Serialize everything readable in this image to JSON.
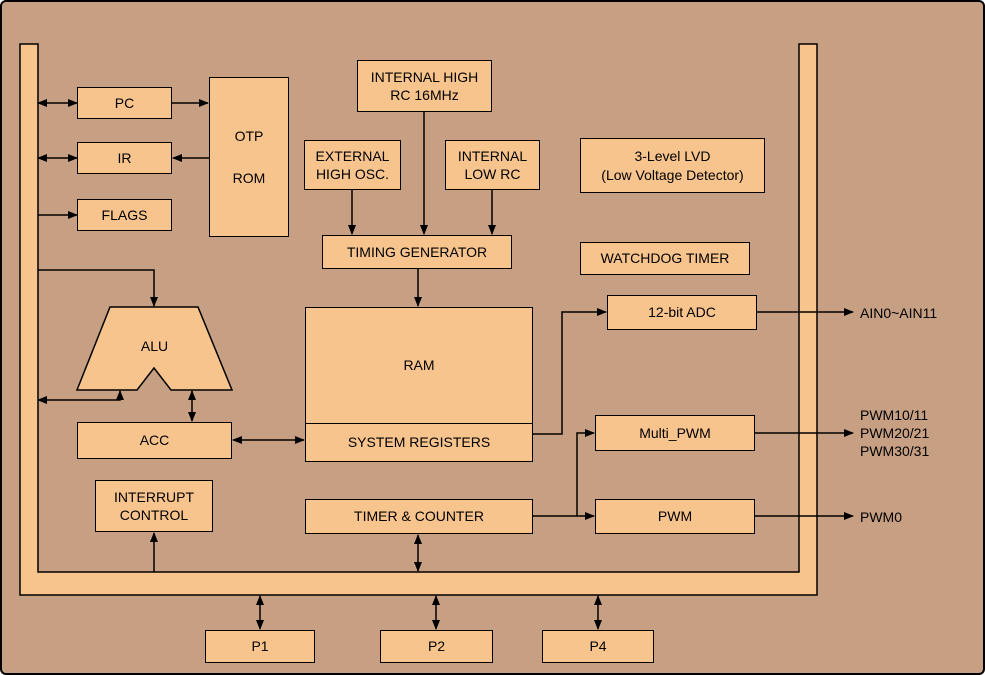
{
  "diagram": {
    "type": "mcu-block-diagram",
    "colors": {
      "background": "#C7A083",
      "block_fill": "#F8C48E",
      "line": "#000000"
    },
    "blocks": {
      "pc": {
        "label": "PC"
      },
      "ir": {
        "label": "IR"
      },
      "flags": {
        "label": "FLAGS"
      },
      "otp_rom": {
        "line1": "OTP",
        "line2": "ROM"
      },
      "internal_high_rc": {
        "line1": "INTERNAL HIGH",
        "line2": "RC 16MHz"
      },
      "external_high_osc": {
        "line1": "EXTERNAL",
        "line2": "HIGH OSC."
      },
      "internal_low_rc": {
        "line1": "INTERNAL",
        "line2": "LOW RC"
      },
      "lvd": {
        "line1": "3-Level LVD",
        "line2": "(Low Voltage Detector)"
      },
      "timing_generator": {
        "label": "TIMING GENERATOR"
      },
      "watchdog_timer": {
        "label": "WATCHDOG TIMER"
      },
      "adc": {
        "label": "12-bit ADC"
      },
      "ram": {
        "label": "RAM"
      },
      "system_registers": {
        "label": "SYSTEM REGISTERS"
      },
      "alu": {
        "label": "ALU"
      },
      "acc": {
        "label": "ACC"
      },
      "multi_pwm": {
        "label": "Multi_PWM"
      },
      "interrupt_control": {
        "line1": "INTERRUPT",
        "line2": "CONTROL"
      },
      "timer_counter": {
        "label": "TIMER & COUNTER"
      },
      "pwm": {
        "label": "PWM"
      },
      "p1": {
        "label": "P1"
      },
      "p2": {
        "label": "P2"
      },
      "p4": {
        "label": "P4"
      }
    },
    "pin_labels": {
      "adc_out": "AIN0~AIN11",
      "multi_pwm_out": [
        "PWM10/11",
        "PWM20/21",
        "PWM30/31"
      ],
      "pwm_out": "PWM0"
    }
  }
}
